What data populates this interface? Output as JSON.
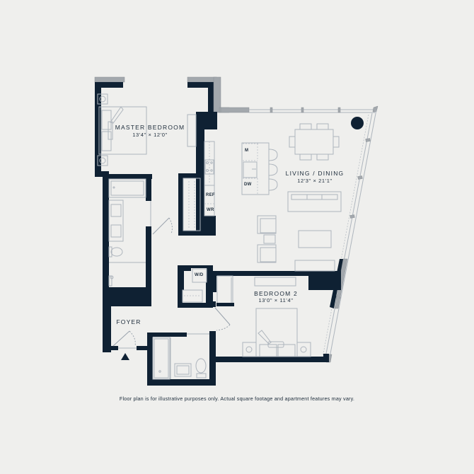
{
  "floor_plan": {
    "rooms": [
      {
        "name": "MASTER BEDROOM",
        "dimensions": "13'4\" × 12'0\""
      },
      {
        "name": "LIVING / DINING",
        "dimensions": "12'3\" × 21'1\""
      },
      {
        "name": "BEDROOM 2",
        "dimensions": "13'0\" × 11'4\""
      },
      {
        "name": "FOYER",
        "dimensions": ""
      }
    ],
    "fixtures": {
      "microwave": "M",
      "dishwasher": "DW",
      "refrigerator": "REF",
      "wine_refrigerator": "WR",
      "washer_dryer": "W/D"
    },
    "entry_marker": "▲"
  },
  "colors": {
    "background": "#efefed",
    "wall": "#0f2133",
    "glass": "#a3a8ad",
    "furniture_line": "#aeb5bd",
    "text": "#1c2b3a"
  },
  "disclaimer": "Floor plan is for illustrative purposes only. Actual square footage and apartment features may vary."
}
